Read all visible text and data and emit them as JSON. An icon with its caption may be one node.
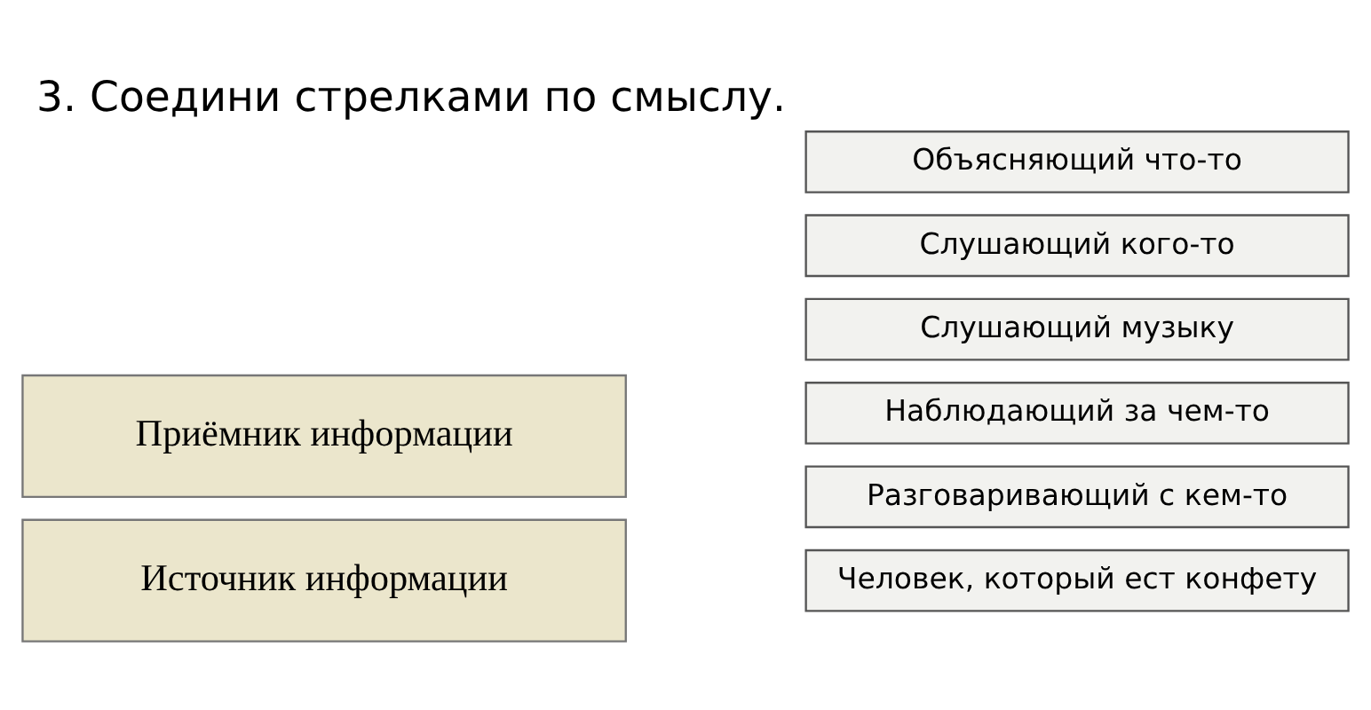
{
  "diagram": {
    "title": "3. Соедини стрелками по смыслу.",
    "nodes": [
      {
        "text": [
          "Источник информации"
        ]
      },
      {
        "text": [
          "Приёмник информации"
        ]
      },
      {
        "text": [
          "Человек, который ест конфету"
        ]
      },
      {
        "text": [
          "Разговаривающий с кем-то"
        ]
      },
      {
        "text": [
          "Наблюдающий за чем-то"
        ]
      },
      {
        "text": [
          "Слушающий музыку"
        ]
      },
      {
        "text": [
          "Слушающий кого-то"
        ]
      },
      {
        "text": [
          "Объясняющий что-то"
        ]
      }
    ],
    "edges": []
  }
}
